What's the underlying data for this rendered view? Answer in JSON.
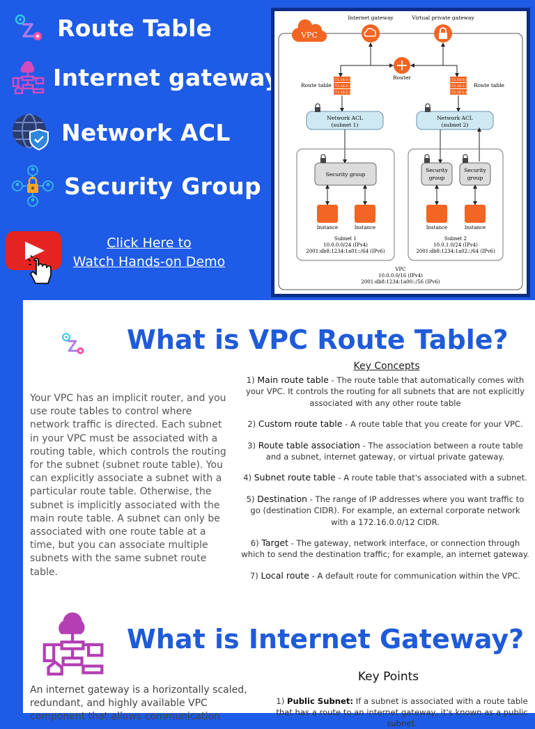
{
  "header": {
    "topics": [
      {
        "label": "Route Table",
        "icon": "route-icon"
      },
      {
        "label": "Internet gateway",
        "icon": "network-topology-icon"
      },
      {
        "label": "Network ACL",
        "icon": "globe-shield-icon"
      },
      {
        "label": "Security Group",
        "icon": "user-lock-icon"
      }
    ],
    "demo": {
      "line1": "Click Here to ",
      "line2": "Watch Hands-on Demo",
      "icon": "youtube-play-icon"
    }
  },
  "diagram": {
    "internet_gateway": "Internet gateway",
    "virtual_private_gateway": "Virtual private gateway",
    "vpc_badge": "VPC",
    "router": "Router",
    "route_table_left": "Route table",
    "route_table_right": "Route table",
    "rt_rows_left": [
      "172.16.0.0",
      "172.16.1.0",
      "172.16.2.0"
    ],
    "rt_rows_right": [
      "172.16.0.0",
      "172.16.1.0",
      "172.16.2.0"
    ],
    "nacl1_line1": "Network ACL",
    "nacl1_line2": "(subnet 1)",
    "nacl2_line1": "Network ACL",
    "nacl2_line2": "(subnet 2)",
    "sg_subnet1": "Security group",
    "sg_subnet2a_line1": "Security",
    "sg_subnet2a_line2": "group",
    "sg_subnet2b_line1": "Security",
    "sg_subnet2b_line2": "group",
    "instance": "Instance",
    "subnet1_name": "Subnet 1",
    "subnet1_ipv4": "10.0.0.0/24 (IPv4)",
    "subnet1_ipv6": "2001:db8:1234:1a01::/64 (IPv6)",
    "subnet2_name": "Subnet 2",
    "subnet2_ipv4": "10.0.1.0/24 (IPv4)",
    "subnet2_ipv6": "2001:db8:1234:1a02::/64 (IPv6)",
    "vpc_name": "VPC",
    "vpc_ipv4": "10.0.0.0/16 (IPv4)",
    "vpc_ipv6": "2001:db8:1234:1a00::/56 (IPv6)"
  },
  "section1": {
    "title": "What is VPC Route Table?",
    "key_title": "Key Concepts",
    "paragraph": "Your VPC has an implicit router, and you use route tables to control where network traffic is directed. Each subnet in your VPC must be associated with a routing table, which controls the routing for the subnet (subnet route table). You can explicitly associate a subnet with a particular route table. Otherwise, the subnet is implicitly associated with the main route table. A subnet can only be associated with one route table at a time, but you can associate multiple subnets with the same subnet route table.",
    "concepts": [
      {
        "num": "1)",
        "term": "Main route table",
        "desc": " - The route table that automatically comes with your VPC. It controls the routing for all subnets that are not explicitly associated with any other route table"
      },
      {
        "num": "2)",
        "term": "Custom route table",
        "desc": " - A route table that you create for your VPC."
      },
      {
        "num": "3)",
        "term": "Route table association",
        "desc": " - The association between a route table and a subnet, internet gateway, or virtual private gateway."
      },
      {
        "num": "4)",
        "term": "Subnet route table",
        "desc": " - A route table that's associated with a subnet."
      },
      {
        "num": "5)",
        "term": "Destination",
        "desc": " - The range of IP addresses where you want traffic to go (destination CIDR). For example, an external corporate network with a 172.16.0.0/12 CIDR."
      },
      {
        "num": "6)",
        "term": "Target",
        "desc": " - The gateway, network interface, or connection through which to send the destination traffic; for example, an internet gateway."
      },
      {
        "num": "7)",
        "term": "Local route",
        "desc": " - A default route for communication within the VPC."
      }
    ]
  },
  "section2": {
    "title": "What is Internet Gateway?",
    "key_title": "Key Points",
    "paragraph": "An internet gateway is a horizontally scaled, redundant, and highly available VPC component that allows communication",
    "point1_num": "1)",
    "point1_term": "Public Subnet:",
    "point1_desc": " If a subnet is associated with a route table that has a route to an internet gateway, it's known as a public subnet."
  },
  "colors": {
    "background": "#1e5be6",
    "title_blue": "#1f5bd9",
    "aws_orange": "#f26522",
    "nacl_fill": "#cfe9f3",
    "icon_purple": "#b43fb3"
  }
}
